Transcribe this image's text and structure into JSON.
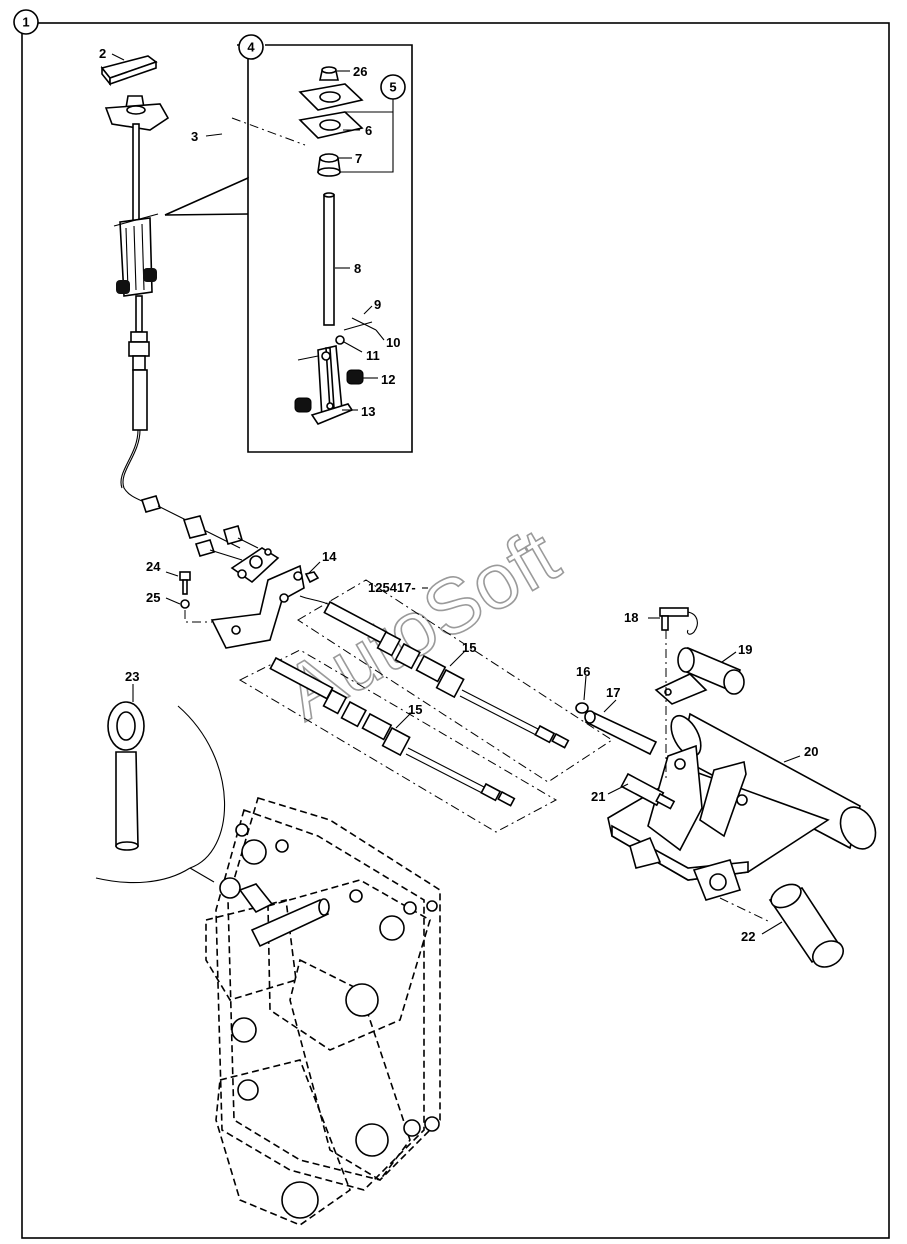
{
  "diagram": {
    "main_callout": "1",
    "inset_callout": "4",
    "subassembly_callout": "5",
    "serial_range": "125417-",
    "watermark": "AutoSoft",
    "part_labels": {
      "p2": "2",
      "p3": "3",
      "p6": "6",
      "p7": "7",
      "p8": "8",
      "p9": "9",
      "p10": "10",
      "p11": "11",
      "p12": "12",
      "p13": "13",
      "p14": "14",
      "p15a": "15",
      "p15b": "15",
      "p16": "16",
      "p17": "17",
      "p18": "18",
      "p19": "19",
      "p20": "20",
      "p21": "21",
      "p22": "22",
      "p23": "23",
      "p24": "24",
      "p25": "25",
      "p26": "26"
    }
  }
}
